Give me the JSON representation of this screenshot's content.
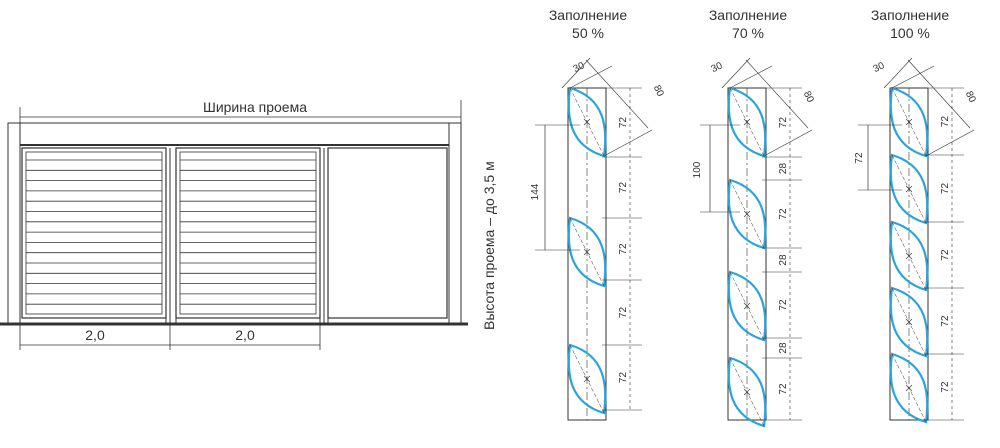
{
  "colors": {
    "line": "#333333",
    "accent": "#2aa3dc"
  },
  "gate": {
    "width_label": "Ширина проема",
    "height_label": "Высота проема – до 3,5 м",
    "section_widths": [
      "2,0",
      "2,0"
    ]
  },
  "fills": [
    {
      "title_line1": "Заполнение",
      "title_line2": "50 %",
      "angle_label": "30",
      "depth_label": "80",
      "left_dim_label": "144",
      "segments": [
        "72",
        "72",
        "72",
        "72",
        "72"
      ]
    },
    {
      "title_line1": "Заполнение",
      "title_line2": "70 %",
      "angle_label": "30",
      "depth_label": "80",
      "left_dim_label": "100",
      "segments": [
        "72",
        "28",
        "72",
        "28",
        "72",
        "28",
        "72"
      ]
    },
    {
      "title_line1": "Заполнение",
      "title_line2": "100 %",
      "angle_label": "30",
      "depth_label": "80",
      "left_dim_label": "72",
      "segments": [
        "72",
        "72",
        "72",
        "72",
        "72"
      ]
    }
  ]
}
